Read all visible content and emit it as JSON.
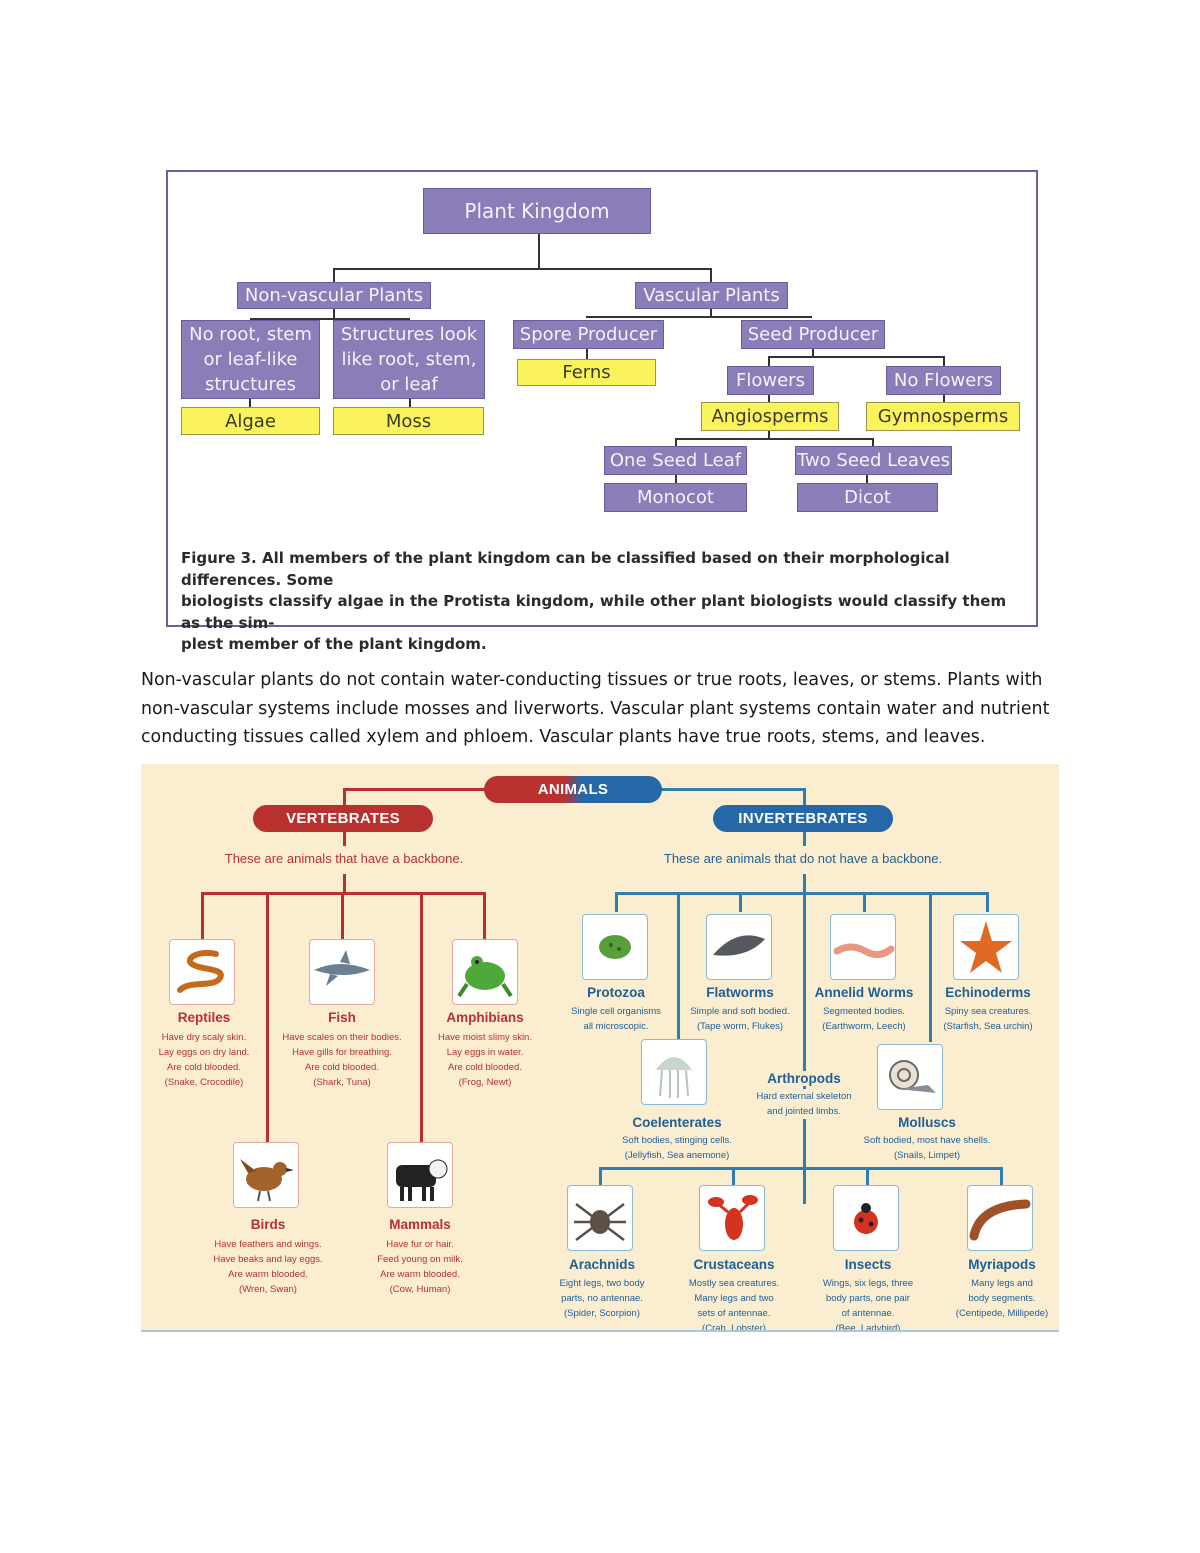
{
  "plant_chart": {
    "root": "Plant Kingdom",
    "nonvascular": "Non-vascular Plants",
    "vascular": "Vascular Plants",
    "no_root": "No root, stem or leaf-like structures",
    "structures": "Structures look like root, stem, or leaf",
    "algae": "Algae",
    "moss": "Moss",
    "spore": "Spore Producer",
    "seed": "Seed Producer",
    "ferns": "Ferns",
    "flowers": "Flowers",
    "no_flowers": "No Flowers",
    "angiosperms": "Angiosperms",
    "gymnosperms": "Gymnosperms",
    "one_seed": "One Seed Leaf",
    "two_seed": "Two Seed Leaves",
    "monocot": "Monocot",
    "dicot": "Dicot",
    "caption": "Figure 3. All members of the plant kingdom can be classified based on their morphological differences. Some\nbiologists classify algae in the Protista kingdom, while other plant biologists would classify them as the sim-\nplest member of the plant kingdom."
  },
  "body_text": "Non-vascular plants do not contain water-conducting tissues or true roots, leaves, or stems. Plants with\nnon-vascular systems include mosses and liverworts. Vascular plant systems contain water and nutrient\nconducting tissues called xylem and phloem. Vascular plants have true roots, stems, and leaves.",
  "animal_chart": {
    "root": "ANIMALS",
    "vertebrates": "VERTEBRATES",
    "invertebrates": "INVERTEBRATES",
    "vert_sub": "These are animals that have a backbone.",
    "invert_sub": "These are animals that do not have a backbone.",
    "colors": {
      "vertebrate": "#b8312f",
      "invertebrate": "#2568a8",
      "background": "#fbedd0"
    },
    "vertebrate_groups": [
      {
        "name": "Reptiles",
        "desc": "Have dry scaly skin.\nLay eggs on dry land.\nAre cold blooded.\n(Snake, Crocodile)",
        "icon": "snake-icon"
      },
      {
        "name": "Fish",
        "desc": "Have scales on their bodies.\nHave gills for breathing.\nAre cold blooded.\n(Shark, Tuna)",
        "icon": "shark-icon"
      },
      {
        "name": "Amphibians",
        "desc": "Have moist slimy skin.\nLay eggs in water.\nAre cold blooded.\n(Frog, Newt)",
        "icon": "frog-icon"
      },
      {
        "name": "Birds",
        "desc": "Have feathers and wings.\nHave beaks and lay eggs.\nAre warm blooded.\n(Wren, Swan)",
        "icon": "bird-icon"
      },
      {
        "name": "Mammals",
        "desc": "Have fur or hair.\nFeed young on milk.\nAre warm blooded.\n(Cow, Human)",
        "icon": "cow-icon"
      }
    ],
    "invertebrate_groups": [
      {
        "name": "Protozoa",
        "desc": "Single cell organisms\nall microscopic.",
        "icon": "protozoa-icon"
      },
      {
        "name": "Flatworms",
        "desc": "Simple and soft bodied.\n(Tape worm, Flukes)",
        "icon": "flatworm-icon"
      },
      {
        "name": "Annelid Worms",
        "desc": "Segmented bodies.\n(Earthworm, Leech)",
        "icon": "earthworm-icon"
      },
      {
        "name": "Echinoderms",
        "desc": "Spiny sea creatures.\n(Starfish, Sea urchin)",
        "icon": "starfish-icon"
      },
      {
        "name": "Coelenterates",
        "desc": "Soft bodies, stinging cells.\n(Jellyfish, Sea anemone)",
        "icon": "jellyfish-icon"
      },
      {
        "name": "Arthropods",
        "desc": "Hard external skeleton\nand jointed limbs.",
        "icon": ""
      },
      {
        "name": "Molluscs",
        "desc": "Soft bodied, most have shells.\n(Snails, Limpet)",
        "icon": "snail-icon"
      },
      {
        "name": "Arachnids",
        "desc": "Eight legs, two body\nparts, no antennae.\n(Spider, Scorpion)",
        "icon": "spider-icon"
      },
      {
        "name": "Crustaceans",
        "desc": "Mostly sea creatures.\nMany legs and two\nsets of antennae.\n(Crab, Lobster)",
        "icon": "lobster-icon"
      },
      {
        "name": "Insects",
        "desc": "Wings, six legs, three\nbody parts, one pair\nof antennae.\n(Bee, Ladybird)",
        "icon": "ladybird-icon"
      },
      {
        "name": "Myriapods",
        "desc": "Many legs and\nbody segments.\n(Centipede, Millipede)",
        "icon": "millipede-icon"
      }
    ]
  }
}
